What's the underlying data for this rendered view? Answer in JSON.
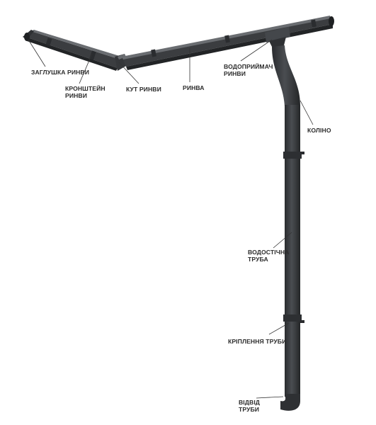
{
  "labels": {
    "gutter_end_cap": "ЗАГЛУШКА РИНВИ",
    "gutter_bracket_line1": "КРОНШТЕЙН",
    "gutter_bracket_line2": "РИНВИ",
    "gutter_corner": "КУТ РИНВИ",
    "gutter": "РИНВА",
    "gutter_outlet_line1": "ВОДОПРИЙМАЧ",
    "gutter_outlet_line2": "РИНВИ",
    "elbow": "КОЛІНО",
    "downpipe_line1": "ВОДОСТІЧНА",
    "downpipe_line2": "ТРУБА",
    "pipe_clip": "КРІПЛЕННЯ ТРУБИ",
    "pipe_outlet_line1": "ВІДВІД",
    "pipe_outlet_line2": "ТРУБИ"
  },
  "colors": {
    "body": "#3b3d40",
    "highlight": "#6a6d71",
    "shadow": "#222426",
    "leader": "#333333",
    "text": "#2b2b2b"
  }
}
